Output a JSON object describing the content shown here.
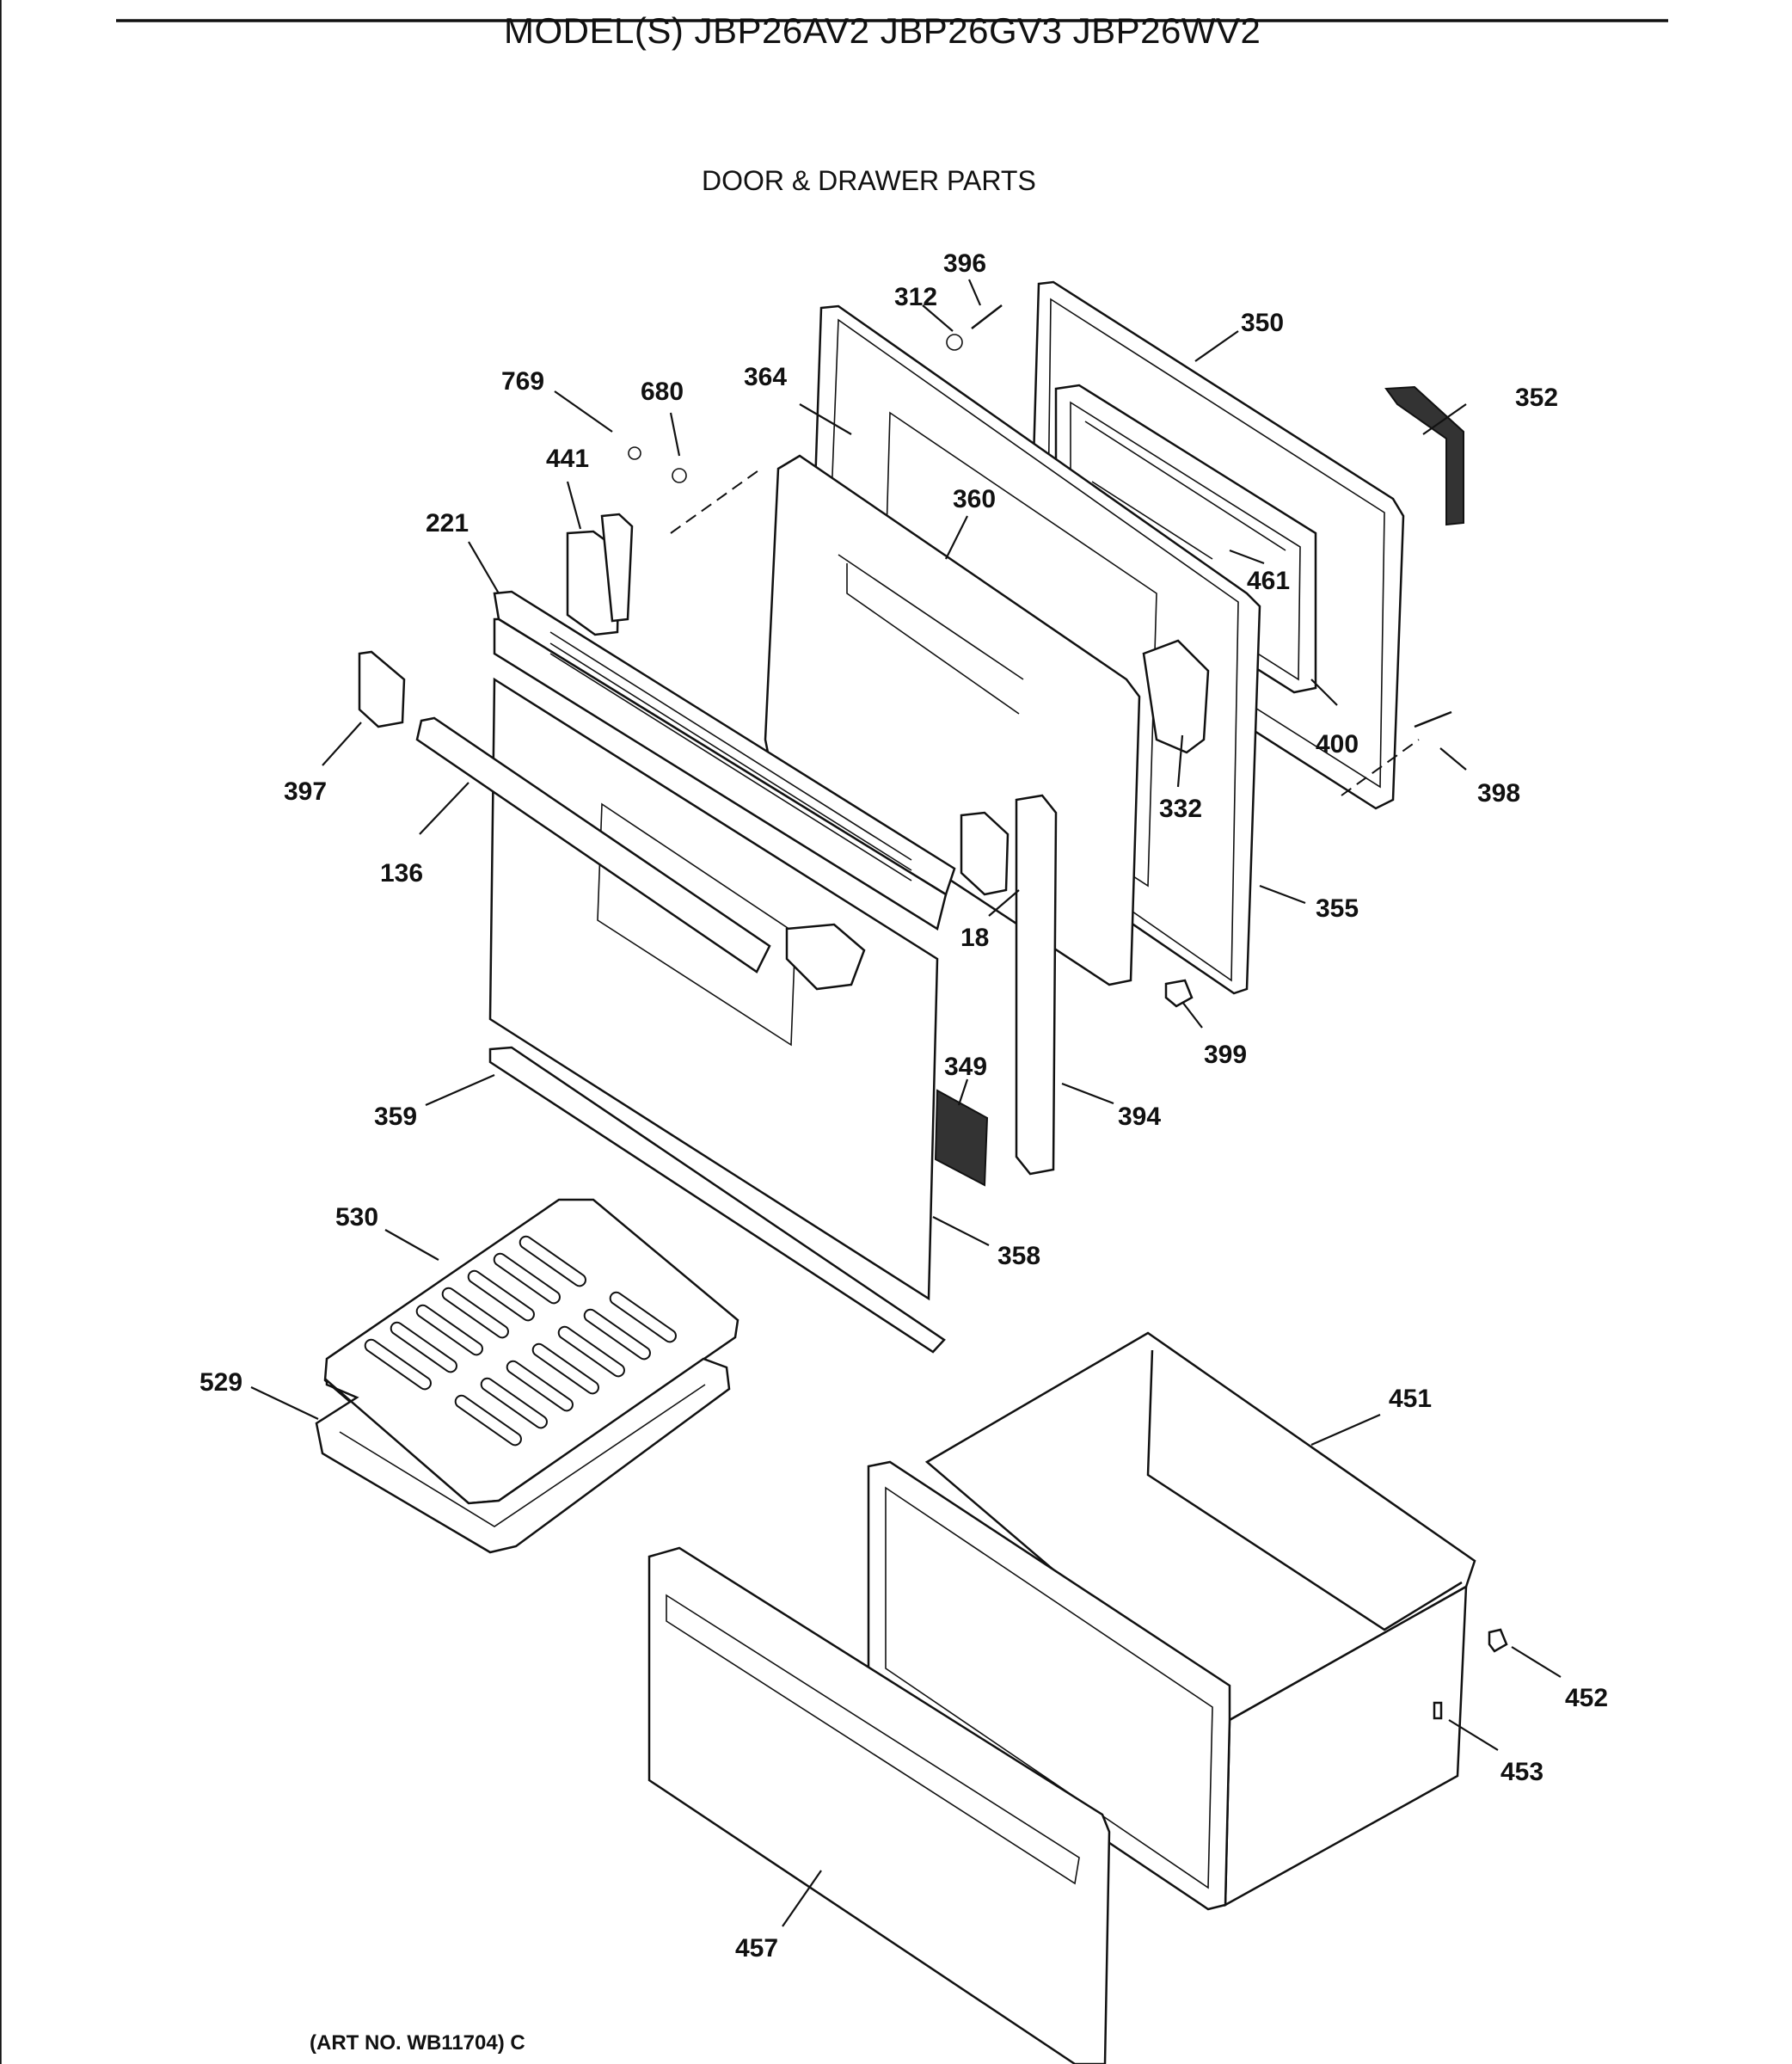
{
  "header": {
    "model_title": "MODEL(S) JBP26AV2  JBP26GV3  JBP26WV2",
    "section_title": "DOOR & DRAWER PARTS"
  },
  "footer": {
    "art_number": "(ART NO. WB11704) C"
  },
  "callouts": {
    "p396": "396",
    "p312": "312",
    "p350": "350",
    "p352": "352",
    "p769": "769",
    "p680": "680",
    "p364": "364",
    "p441": "441",
    "p360": "360",
    "p221": "221",
    "p461": "461",
    "p397": "397",
    "p400": "400",
    "p398": "398",
    "p136": "136",
    "p332": "332",
    "p18": "18",
    "p355": "355",
    "p399": "399",
    "p349": "349",
    "p359": "359",
    "p394": "394",
    "p530": "530",
    "p358": "358",
    "p529": "529",
    "p451": "451",
    "p452": "452",
    "p453": "453",
    "p457": "457"
  }
}
